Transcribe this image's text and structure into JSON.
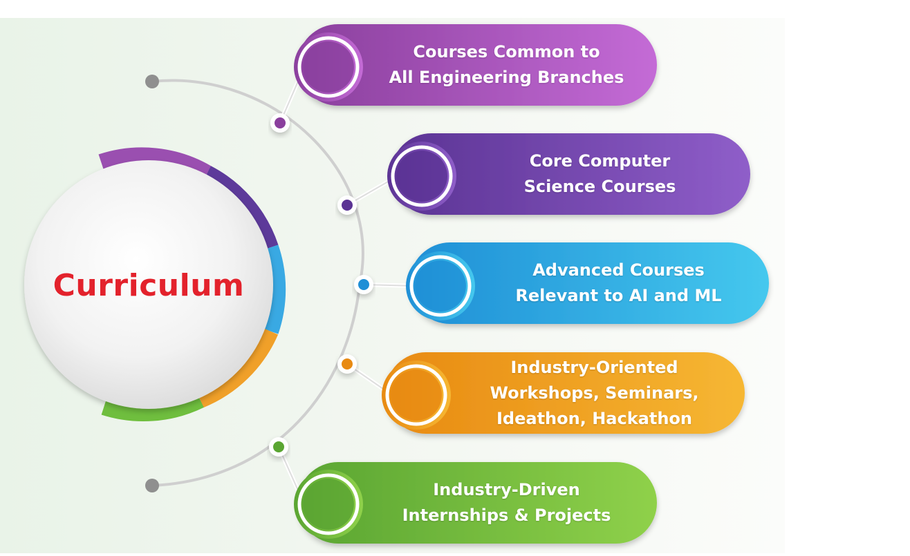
{
  "diagram": {
    "center_title": "Curriculum",
    "center_title_color": "#e3222c",
    "items": [
      {
        "lines": [
          "Courses Common to",
          "All Engineering Branches"
        ],
        "color_from": "#8a3f9d",
        "color_to": "#c46bd6"
      },
      {
        "lines": [
          "Core Computer",
          "Science Courses"
        ],
        "color_from": "#5b3394",
        "color_to": "#8f5ec9"
      },
      {
        "lines": [
          "Advanced Courses",
          "Relevant to AI and ML"
        ],
        "color_from": "#1f8fd6",
        "color_to": "#45c8ee"
      },
      {
        "lines": [
          "Industry-Oriented",
          "Workshops, Seminars,",
          "Ideathon, Hackathon"
        ],
        "color_from": "#e88a12",
        "color_to": "#f6b733"
      },
      {
        "lines": [
          "Industry-Driven",
          "Internships & Projects"
        ],
        "color_from": "#5aa532",
        "color_to": "#8fd14a"
      }
    ]
  }
}
